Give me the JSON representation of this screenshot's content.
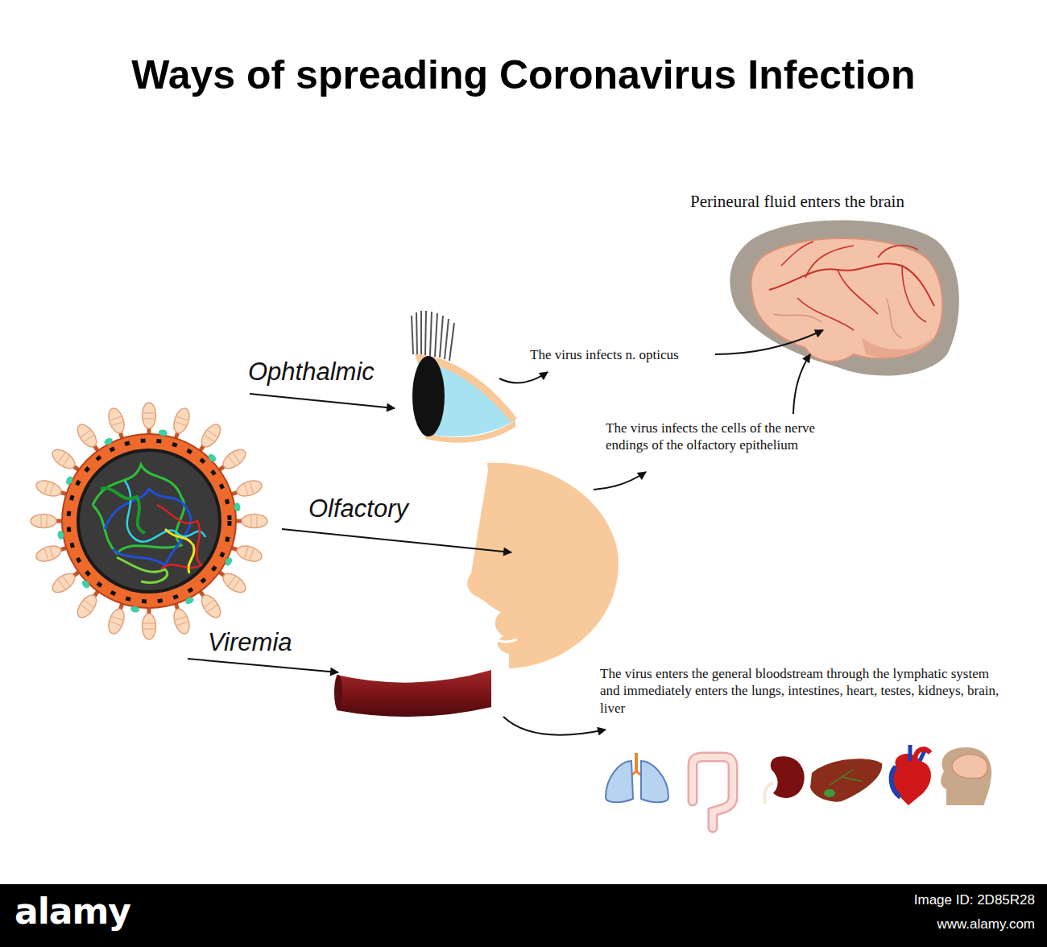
{
  "diagram": {
    "title": "Ways of spreading Coronavirus Infection",
    "labels": [
      "Ophthalmic",
      "The virus infects n. opticus",
      "Perineural fluid enters the brain",
      "The virus infects the cells of the nerve endings of the olfactory epithelium",
      "Olfactory",
      "Viremia",
      "The virus enters the general bloodstream through the lymphatic system and immediately enters the lungs, intestines, heart, testes, kidneys, brain, liver",
      "alamy",
      "Image ID: 2D85R28",
      "www.alamy.com"
    ]
  }
}
